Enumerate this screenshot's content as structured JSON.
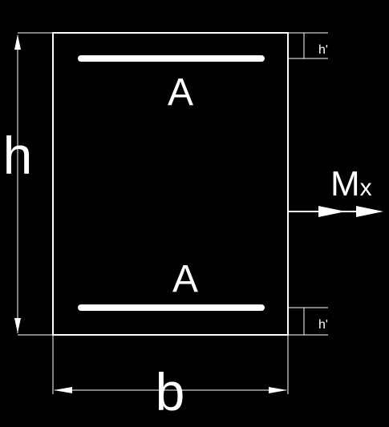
{
  "diagram": {
    "colors": {
      "background": "#000000",
      "stroke": "#ffffff"
    },
    "labels": {
      "top_rebar": "A",
      "bottom_rebar": "A",
      "height": "h",
      "width": "b",
      "moment_main": "M",
      "moment_sub": "x",
      "cover_top": "h'",
      "cover_bottom": "h'"
    }
  }
}
